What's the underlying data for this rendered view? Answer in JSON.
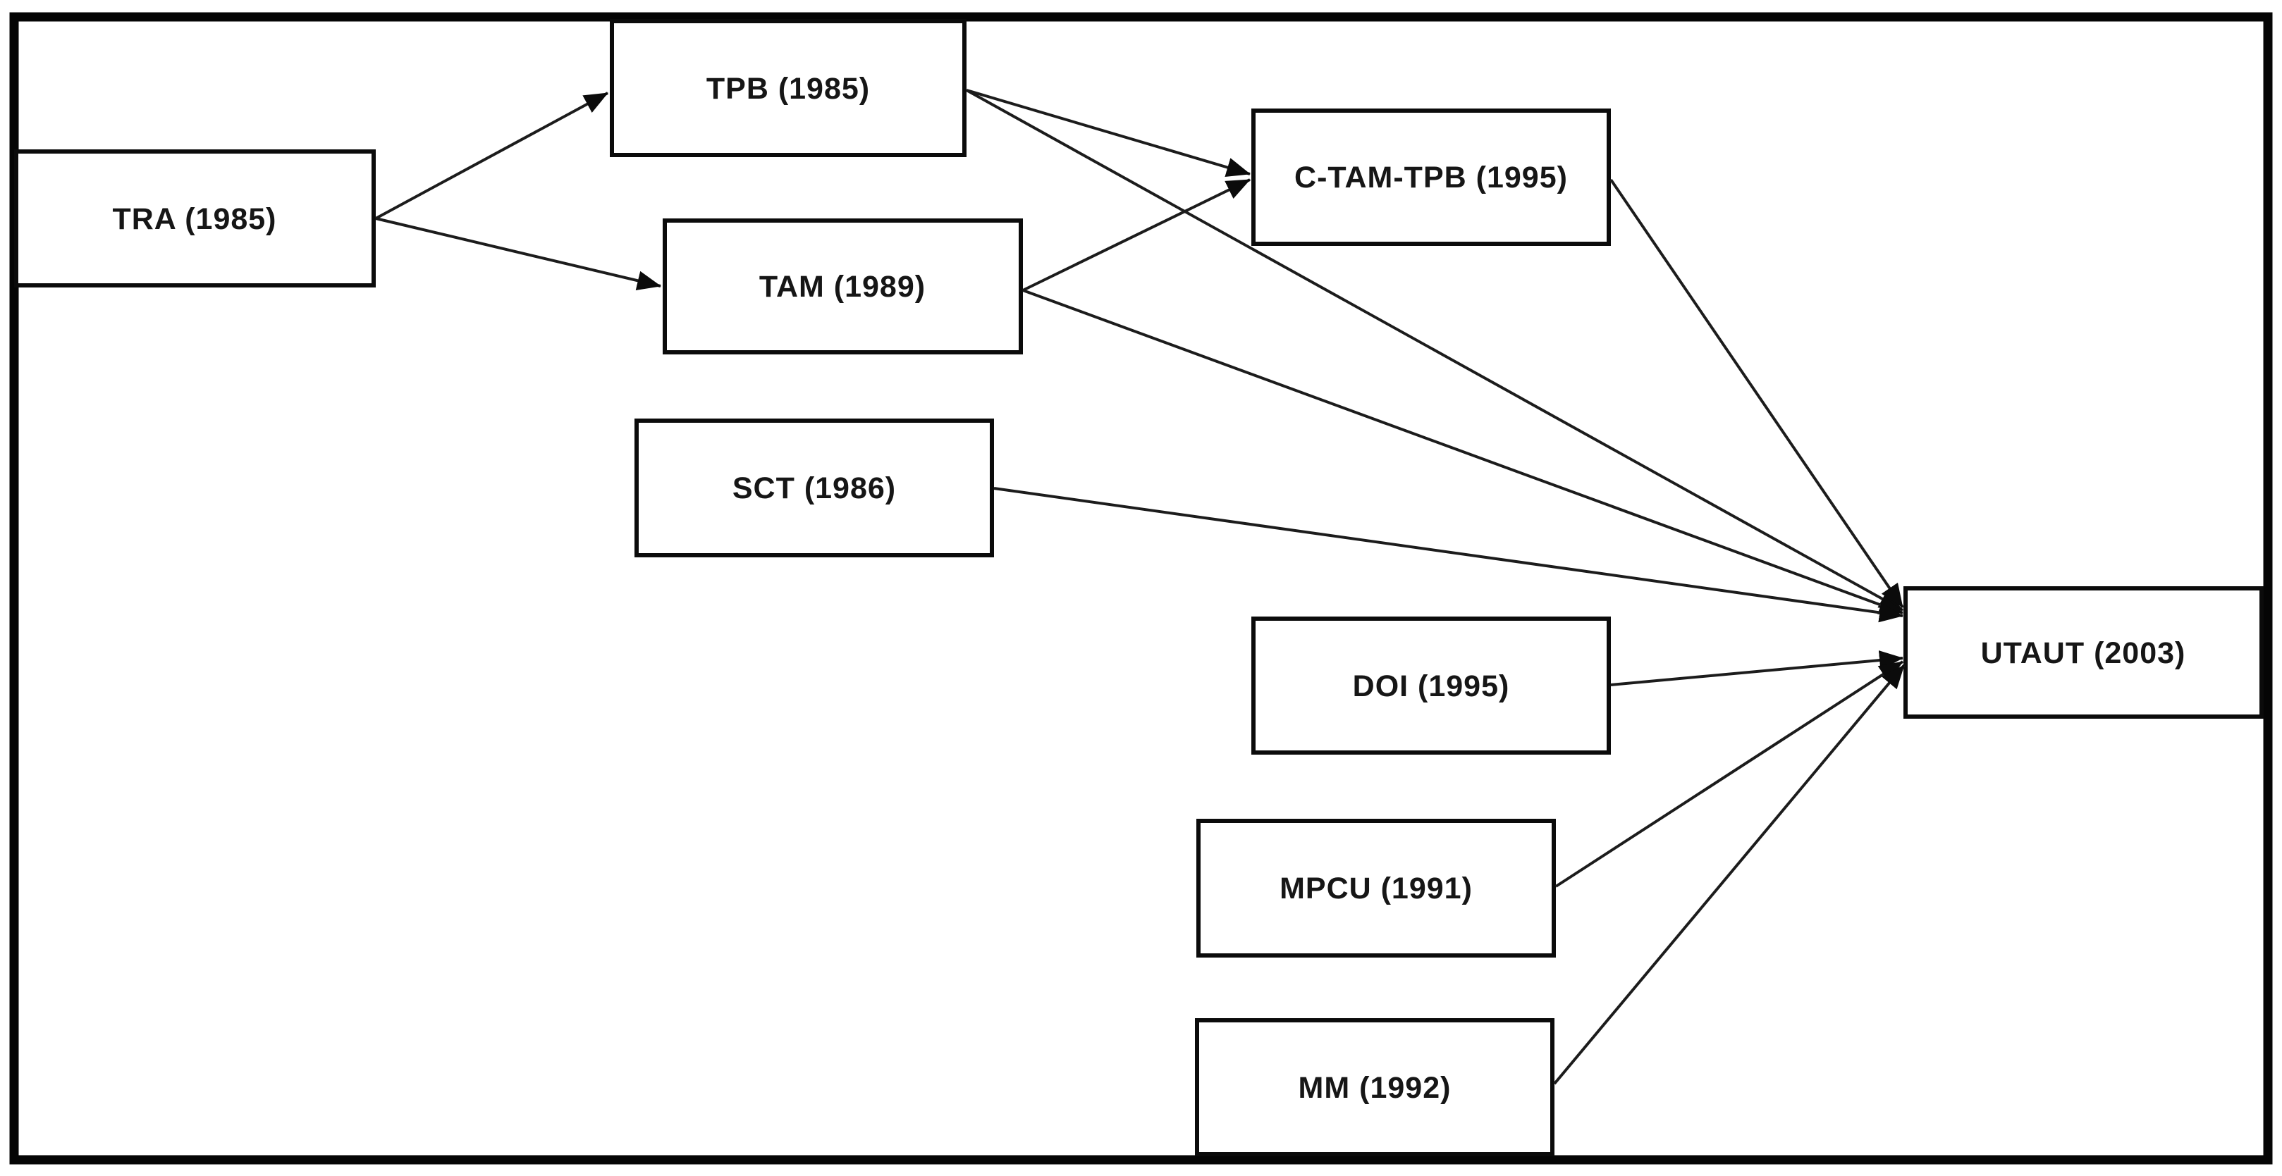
{
  "diagram": {
    "description": "Evolution of technology acceptance models converging into UTAUT",
    "boxes": [
      {
        "id": "tra",
        "label": "TRA (1985)"
      },
      {
        "id": "tpb",
        "label": "TPB (1985)"
      },
      {
        "id": "tam",
        "label": "TAM (1989)"
      },
      {
        "id": "sct",
        "label": "SCT (1986)"
      },
      {
        "id": "ctamtpb",
        "label": "C-TAM-TPB (1995)"
      },
      {
        "id": "doi",
        "label": "DOI (1995)"
      },
      {
        "id": "mpcu",
        "label": "MPCU (1991)"
      },
      {
        "id": "mm",
        "label": "MM (1992)"
      },
      {
        "id": "utaut",
        "label": "UTAUT (2003)"
      }
    ],
    "edges": [
      {
        "from": "tra",
        "to": "tpb"
      },
      {
        "from": "tra",
        "to": "tam"
      },
      {
        "from": "tpb",
        "to": "ctamtpb"
      },
      {
        "from": "tam",
        "to": "ctamtpb"
      },
      {
        "from": "tpb",
        "to": "utaut"
      },
      {
        "from": "tam",
        "to": "utaut"
      },
      {
        "from": "sct",
        "to": "utaut"
      },
      {
        "from": "ctamtpb",
        "to": "utaut"
      },
      {
        "from": "doi",
        "to": "utaut"
      },
      {
        "from": "mpcu",
        "to": "utaut"
      },
      {
        "from": "mm",
        "to": "utaut"
      }
    ],
    "colors": {
      "line": "#1c1c1c",
      "box_border": "#0b0b0b",
      "text": "#161616",
      "background": "#ffffff"
    }
  }
}
